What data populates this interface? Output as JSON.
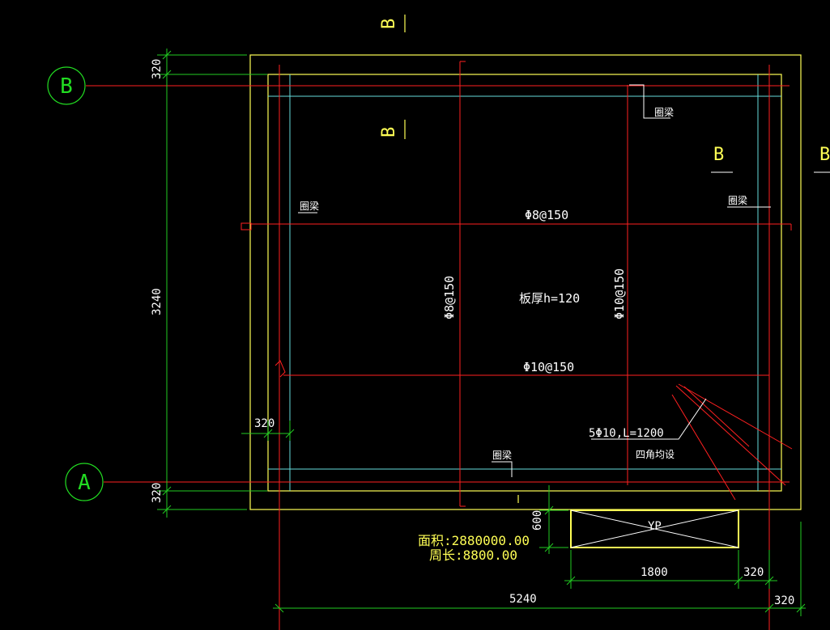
{
  "axes": {
    "b": "B",
    "a": "A"
  },
  "section_marks": {
    "top": "B",
    "inner": "B",
    "right1": "B",
    "right2": "B"
  },
  "notes": {
    "ring_beam_1": "圈梁",
    "ring_beam_2": "圈梁",
    "ring_beam_3": "圈梁",
    "ring_beam_4": "圈梁",
    "rebar_top": "Φ8@150",
    "rebar_vertical_left": "Φ8@150",
    "rebar_vertical_right": "Φ10@150",
    "slab_thickness": "板厚h=120",
    "rebar_bottom": "Φ10@150",
    "corner_rebar": "5Φ10,L=1200",
    "corner_note": "四角均设",
    "yp": "YP"
  },
  "dimensions": {
    "top_320": "320",
    "height_3240": "3240",
    "bottom_320": "320",
    "left_320": "320",
    "yp_600": "600",
    "yp_1800": "1800",
    "yp_right_320": "320",
    "total_5240": "5240",
    "far_right_320": "320"
  },
  "stats": {
    "area": "面积:2880000.00",
    "perimeter": "周长:8800.00"
  },
  "colors": {
    "background": "#000000",
    "axis_red": "#ff2020",
    "wall_yellow": "#ffff55",
    "beam_cyan": "#66dddd",
    "dim_green": "#22cc22",
    "text_white": "#ffffff"
  }
}
